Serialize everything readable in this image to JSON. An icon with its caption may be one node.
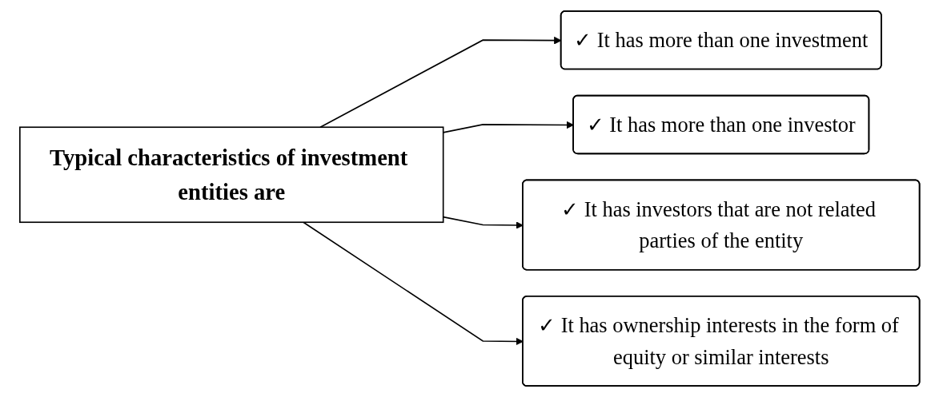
{
  "diagram": {
    "nodes": [
      {
        "text": [
          "Typical characteristics of investment entities are"
        ]
      },
      {
        "text": [
          "✓ It has more than one investment"
        ]
      },
      {
        "text": [
          "✓ It has more than one investor"
        ]
      },
      {
        "text": [
          "✓ It has investors that are not related parties of the entity"
        ]
      },
      {
        "text": [
          "✓ It has ownership interests in the form of equity or similar interests"
        ]
      }
    ],
    "edges": [
      {
        "from": 0,
        "to": 1,
        "arrow": "to"
      },
      {
        "from": 0,
        "to": 2,
        "arrow": "to"
      },
      {
        "from": 0,
        "to": 3,
        "arrow": "to"
      },
      {
        "from": 0,
        "to": 4,
        "arrow": "to"
      }
    ]
  }
}
